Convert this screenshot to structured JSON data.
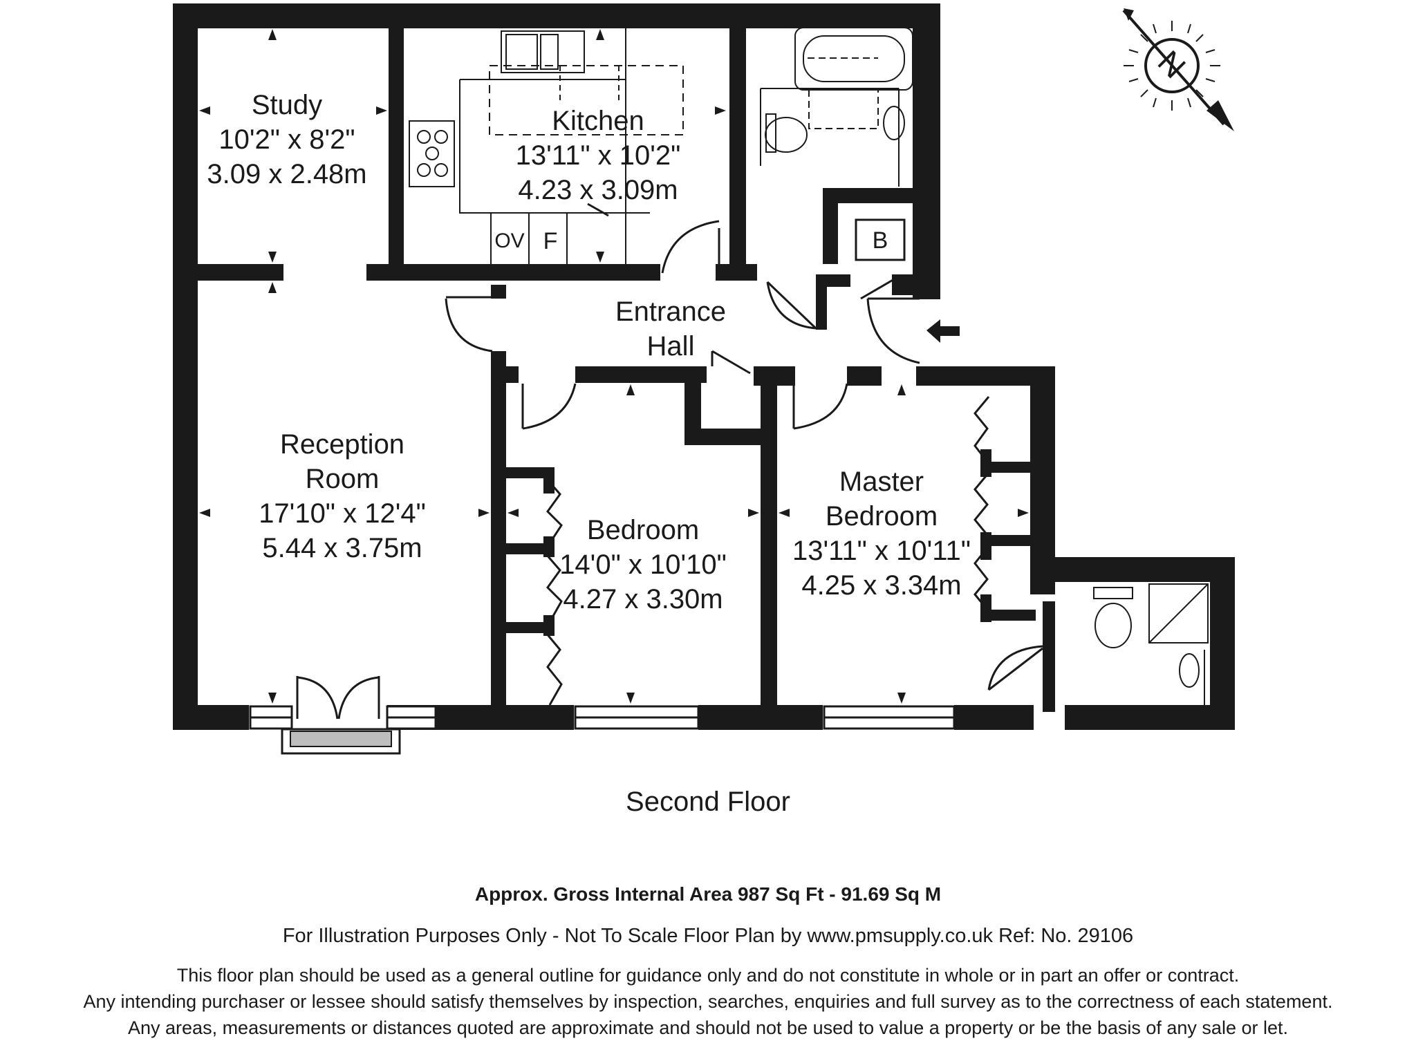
{
  "rooms": {
    "study": {
      "name": "Study",
      "imperial": "10'2\" x 8'2\"",
      "metric": "3.09 x 2.48m"
    },
    "kitchen": {
      "name": "Kitchen",
      "imperial": "13'11\" x 10'2\"",
      "metric": "4.23 x 3.09m"
    },
    "entrance": {
      "line1": "Entrance",
      "line2": "Hall"
    },
    "reception": {
      "line1": "Reception",
      "line2": "Room",
      "imperial": "17'10\" x 12'4\"",
      "metric": "5.44 x 3.75m"
    },
    "bedroom": {
      "name": "Bedroom",
      "imperial": "14'0\" x 10'10\"",
      "metric": "4.27 x 3.30m"
    },
    "master": {
      "line1": "Master",
      "line2": "Bedroom",
      "imperial": "13'11\" x 10'11\"",
      "metric": "4.25 x 3.34m"
    }
  },
  "fixtures": {
    "oven": "OV",
    "fridge": "F",
    "boiler": "B"
  },
  "compass": {
    "letter": "N"
  },
  "floor_title": "Second Floor",
  "area_text": "Approx. Gross Internal Area  987 Sq Ft  -  91.69 Sq M",
  "credits": "For Illustration Purposes Only - Not To Scale   Floor Plan by  www.pmsupply.co.uk   Ref: No. 29106",
  "disclaimer": [
    "This floor plan should be used as a general outline for guidance only and do not constitute in whole or in part an offer or contract.",
    "Any intending purchaser or lessee should satisfy themselves by inspection, searches, enquiries and full survey as to the correctness of each statement.",
    "Any areas, measurements or distances quoted are approximate and should not be used to value a property or be the basis of any sale or let."
  ],
  "colors": {
    "wall": "#1a1a1a",
    "line": "#1a1a1a",
    "step": "#bdbdbd"
  }
}
